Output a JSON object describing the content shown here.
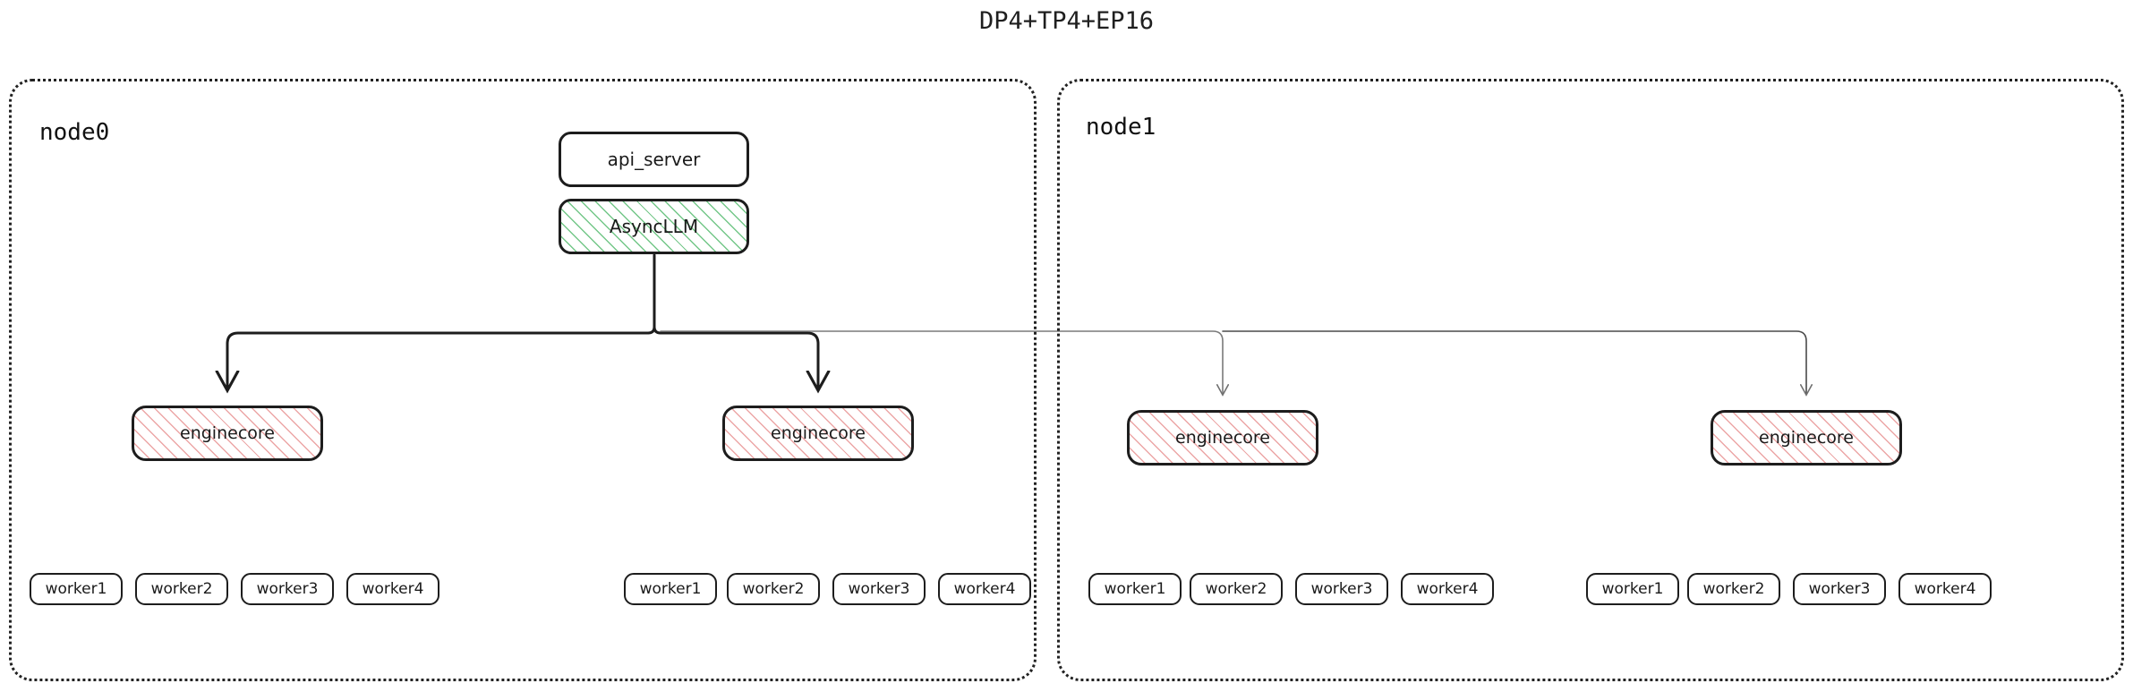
{
  "title": "DP4+TP4+EP16",
  "colors": {
    "stroke_dark": "#1d1d1d",
    "stroke_light": "#7a7a7a",
    "async_hatch": "#6cc482",
    "engine_hatch": "#e99696",
    "container_border": "#222222",
    "background": "#ffffff"
  },
  "nodes": [
    {
      "id": "node0",
      "label": "node0",
      "boxes": {
        "api_server": {
          "label": "api_server"
        },
        "async_llm": {
          "label": "AsyncLLM"
        }
      },
      "enginecores": [
        {
          "label": "enginecore"
        },
        {
          "label": "enginecore"
        }
      ],
      "worker_groups": [
        {
          "workers": [
            "worker1",
            "worker2",
            "worker3",
            "worker4"
          ]
        },
        {
          "workers": [
            "worker1",
            "worker2",
            "worker3",
            "worker4"
          ]
        }
      ]
    },
    {
      "id": "node1",
      "label": "node1",
      "enginecores": [
        {
          "label": "enginecore"
        },
        {
          "label": "enginecore"
        }
      ],
      "worker_groups": [
        {
          "workers": [
            "worker1",
            "worker2",
            "worker3",
            "worker4"
          ]
        },
        {
          "workers": [
            "worker1",
            "worker2",
            "worker3",
            "worker4"
          ]
        }
      ]
    }
  ]
}
